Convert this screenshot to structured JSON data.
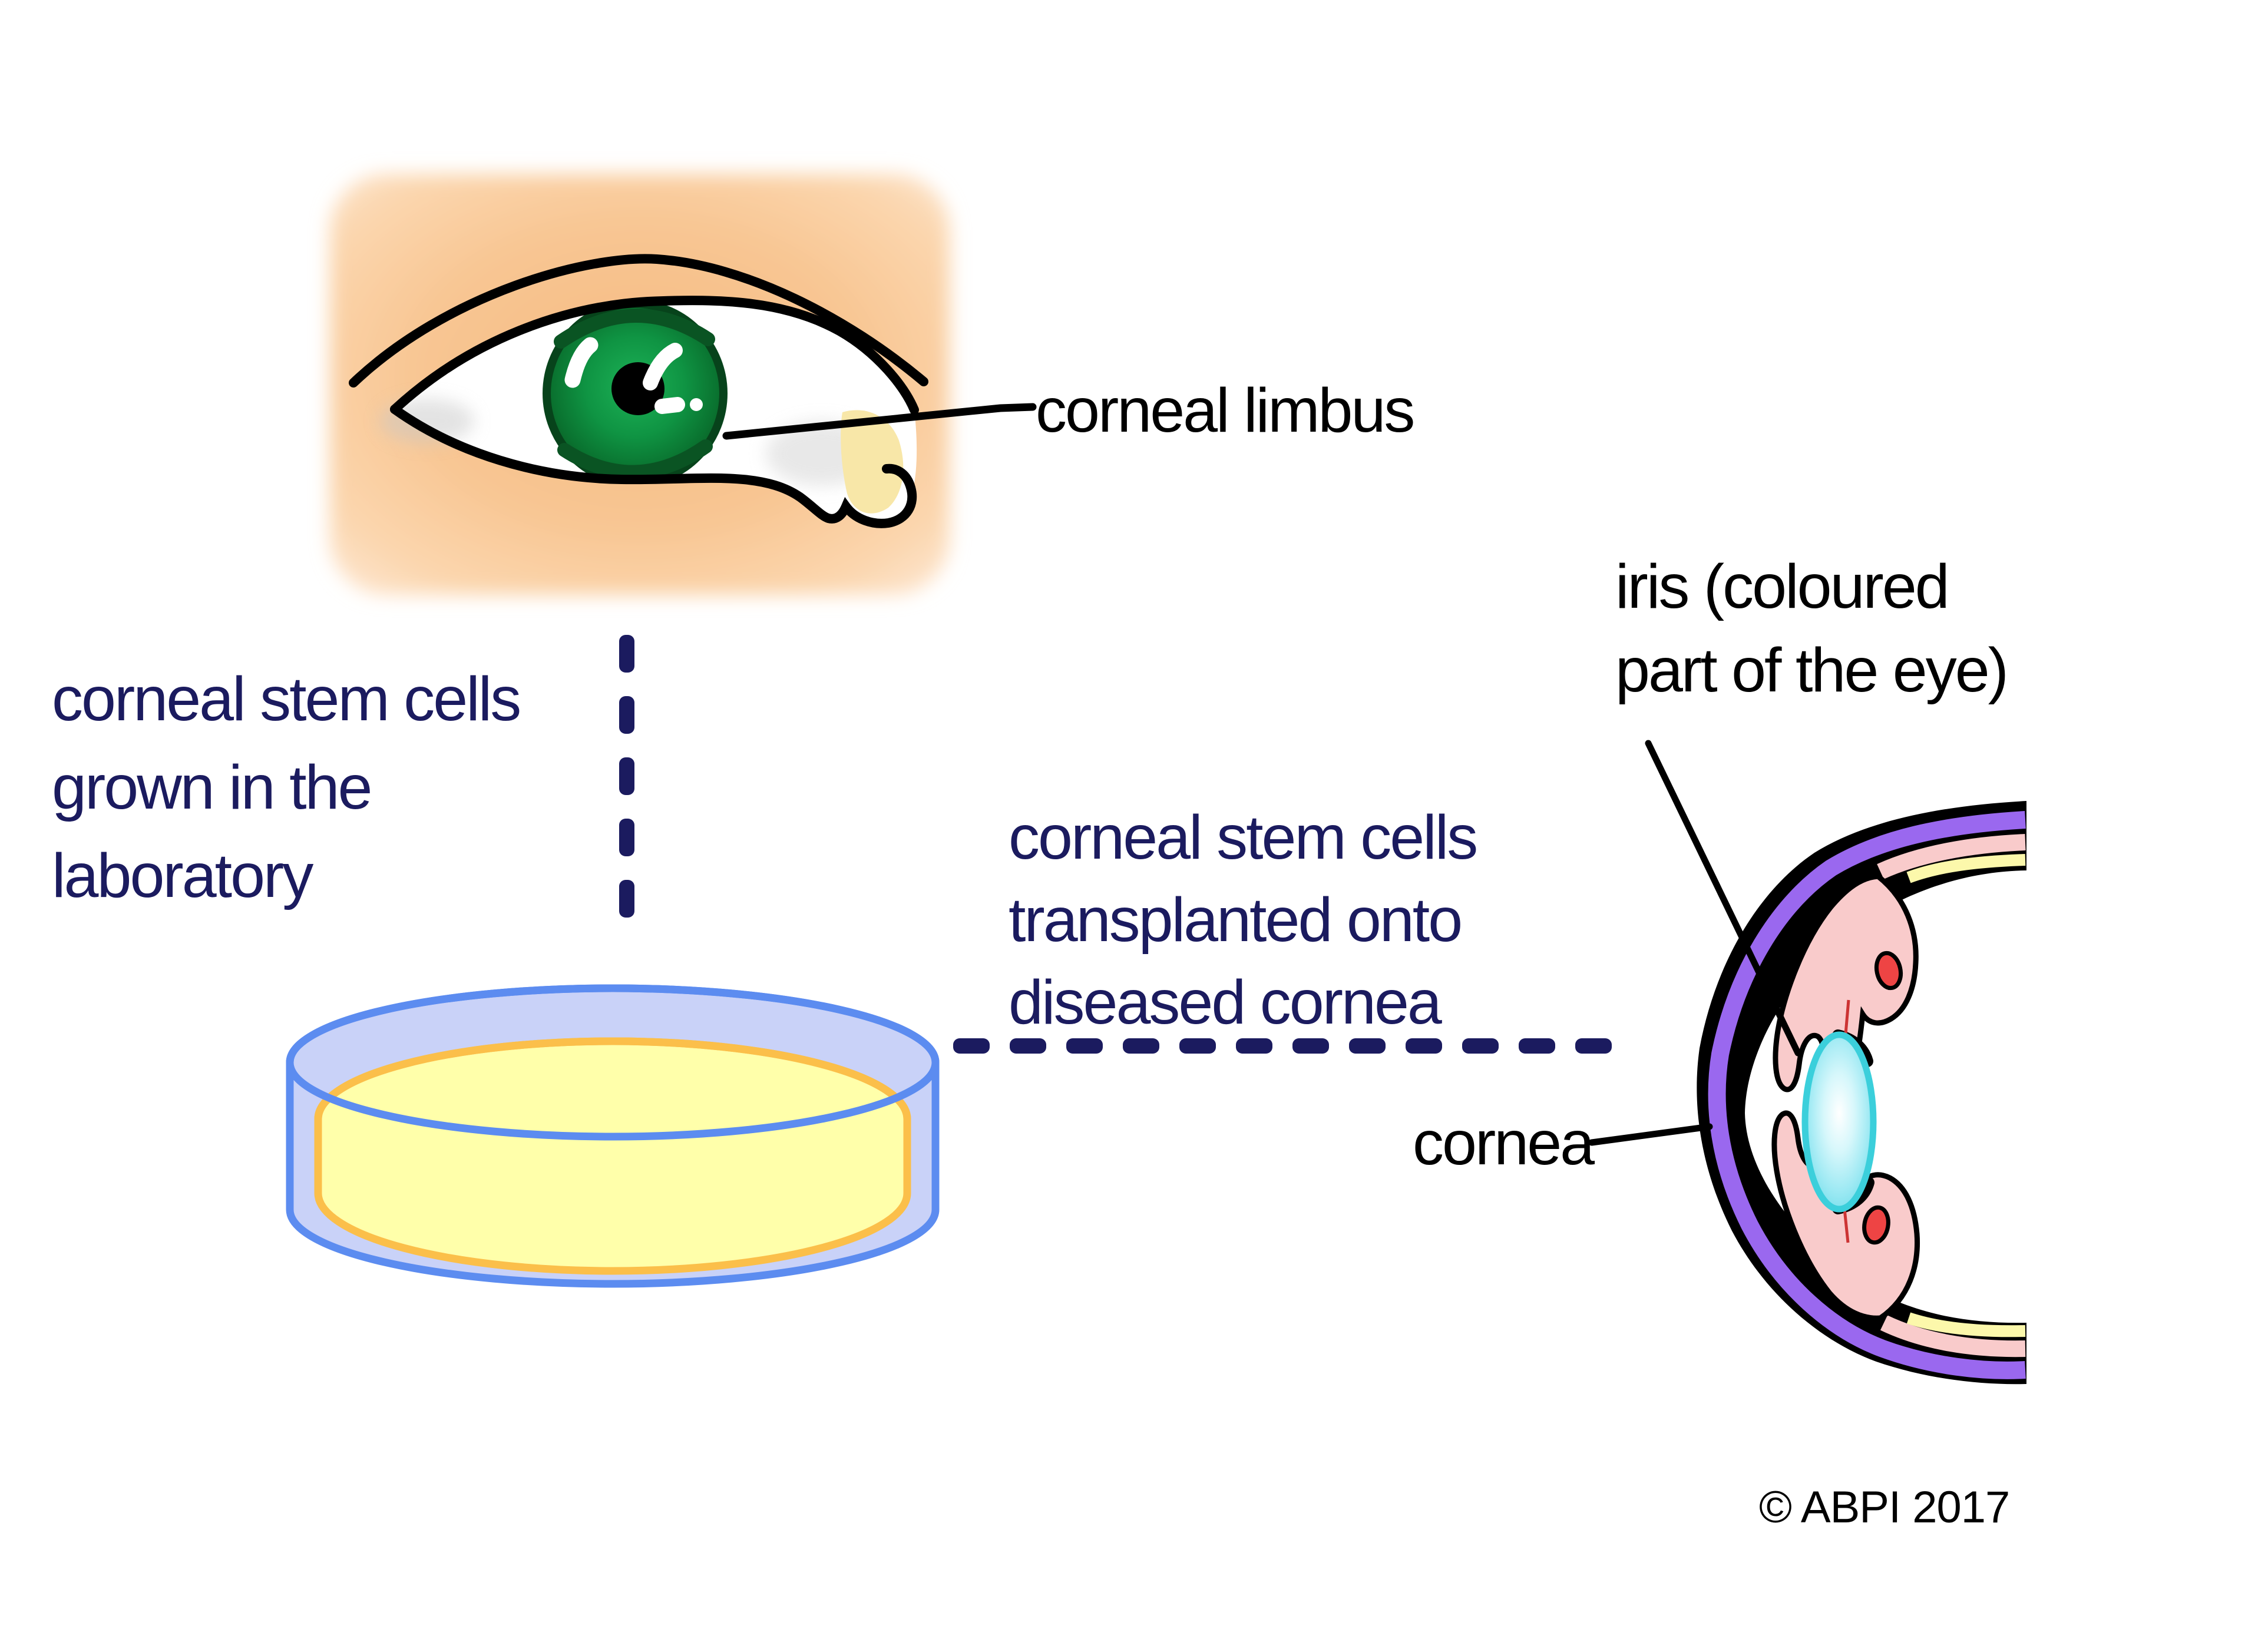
{
  "labels": {
    "corneal_limbus": "corneal limbus",
    "left_caption_line1": "corneal stem cells",
    "left_caption_line2": "grown in the",
    "left_caption_line3": "laboratory",
    "middle_caption_line1": "corneal stem cells",
    "middle_caption_line2": "transplanted onto",
    "middle_caption_line3": "diseased cornea",
    "iris_label_line1": "iris (coloured",
    "iris_label_line2": "part of the eye)",
    "cornea_label": "cornea",
    "copyright": "© ABPI 2017"
  },
  "colors": {
    "navy": "#1b1b5f",
    "skin_peach": "#f8c693",
    "iris_green_center": "#1db257",
    "iris_green_edge": "#07511d",
    "caruncle_yellow": "#f8e7a8",
    "dish_glass_lavender": "#c9d2f8",
    "dish_rim_blue": "#5c8cf0",
    "agar_yellow": "#ffffaa",
    "agar_rim_orange": "#fbbf4a",
    "sclera_layer_purple": "#9a68ef",
    "choroid_pink": "#f9cbcb",
    "retina_yellow": "#fcf8ab",
    "vessel_red": "#ee4444",
    "lens_cyan": "#66dbe9",
    "outline_black": "#000000"
  }
}
